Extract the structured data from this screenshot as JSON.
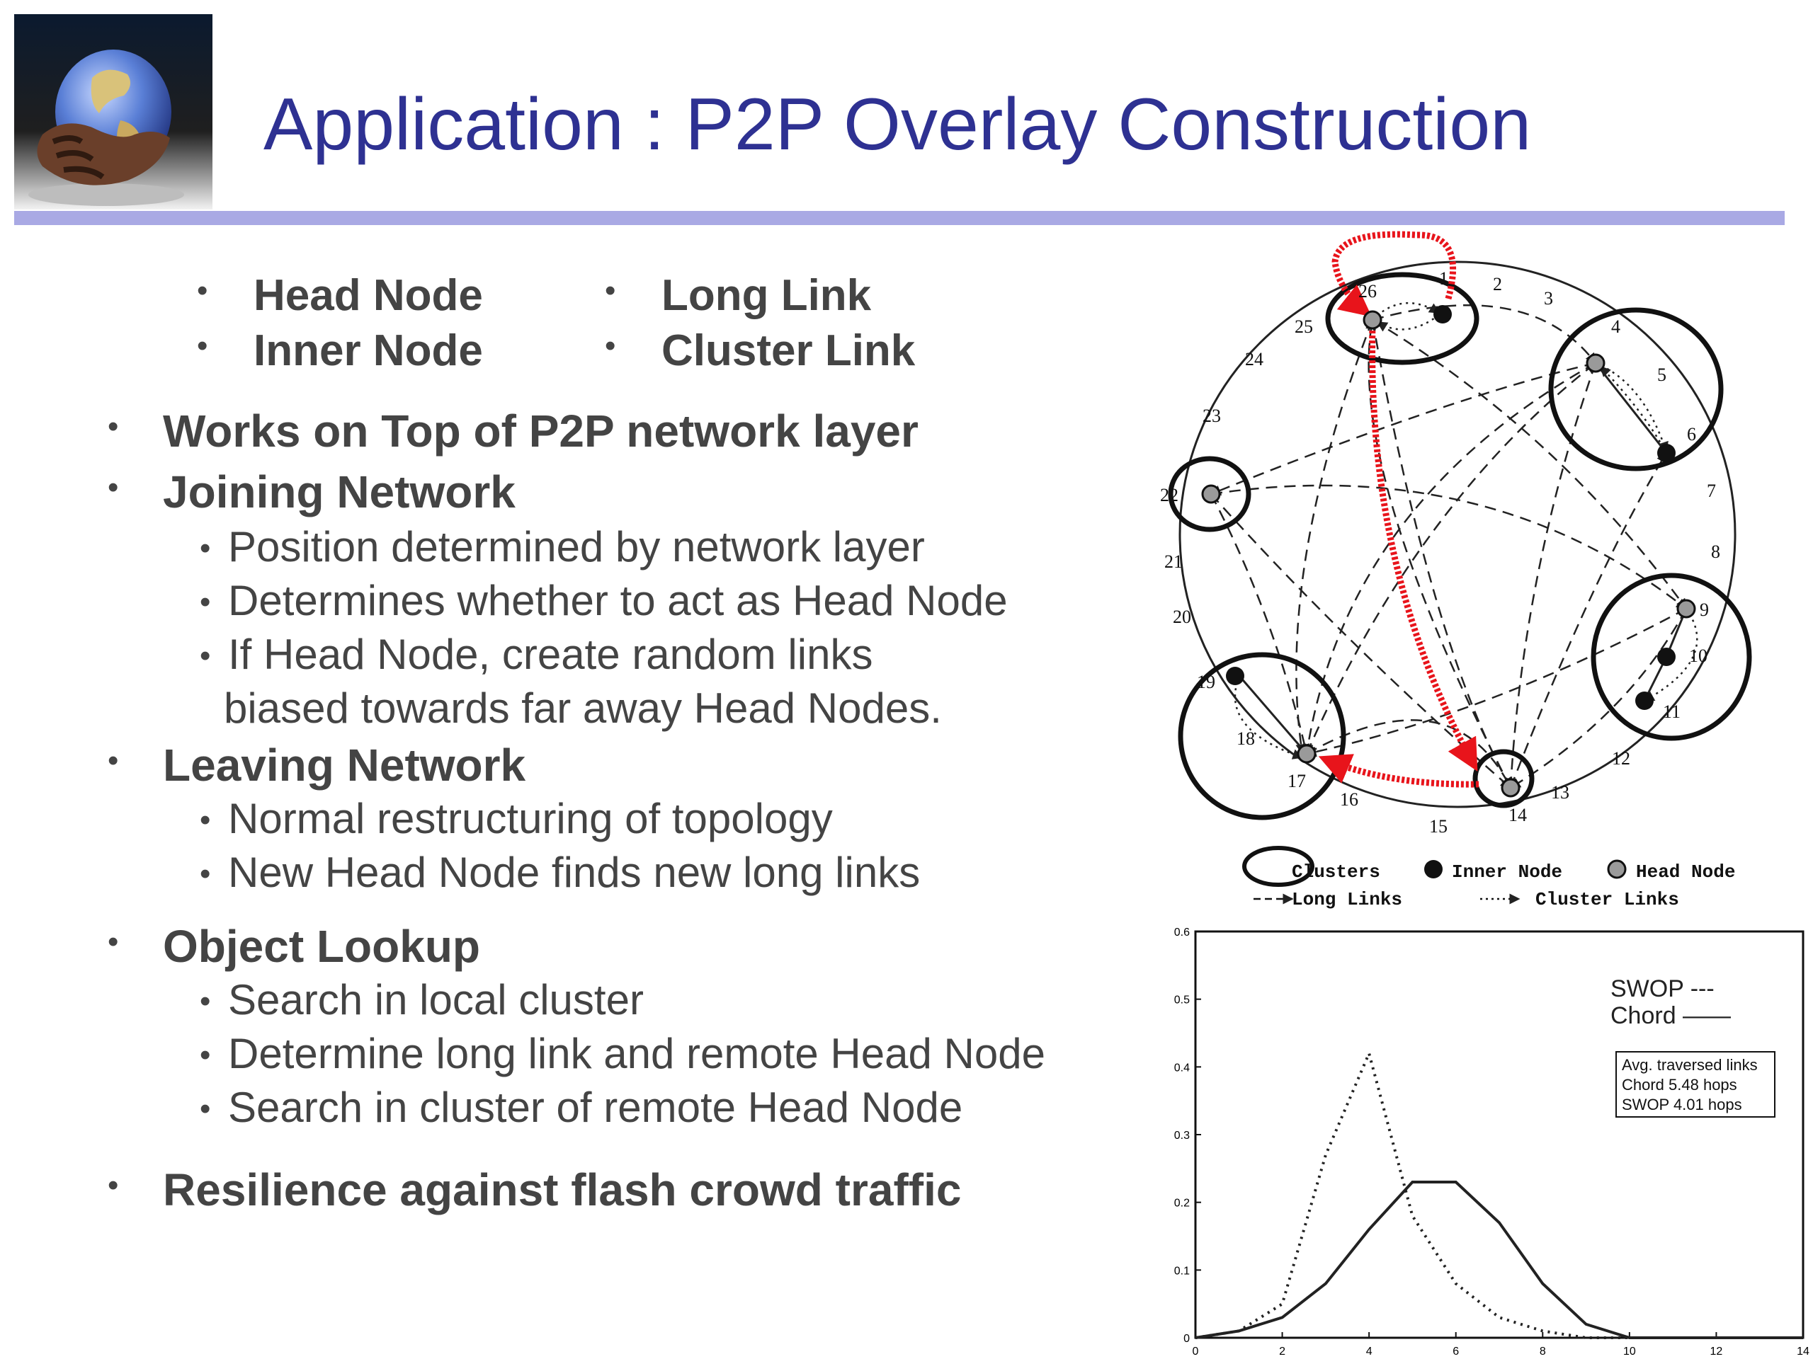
{
  "slide": {
    "title": "Application : P2P Overlay Construction",
    "keywords": [
      "Head Node",
      "Inner Node",
      "Long Link",
      "Cluster Link"
    ],
    "bullets": {
      "works_on_top": "Works on Top of P2P network layer",
      "joining": "Joining Network",
      "joining_sub": [
        "Position determined by network layer",
        "Determines whether to act as Head Node",
        "If Head Node, create random links"
      ],
      "joining_cont": "biased towards far away Head Nodes.",
      "leaving": "Leaving Network",
      "leaving_sub": [
        "Normal restructuring of topology",
        "New Head Node finds new long links"
      ],
      "lookup": "Object Lookup",
      "lookup_sub": [
        "Search in local cluster",
        "Determine long link and remote Head Node",
        "Search in cluster of remote Head Node"
      ],
      "resilience": "Resilience against flash crowd traffic"
    }
  },
  "diagram": {
    "node_labels": [
      "1",
      "2",
      "3",
      "4",
      "5",
      "6",
      "7",
      "8",
      "9",
      "10",
      "11",
      "12",
      "13",
      "14",
      "15",
      "16",
      "17",
      "18",
      "19",
      "20",
      "21",
      "22",
      "23",
      "24",
      "25",
      "26"
    ],
    "legend": {
      "clusters": "Clusters",
      "inner_node": "Inner Node",
      "head_node": "Head Node",
      "long_links": "Long Links",
      "cluster_links": "Cluster Links"
    },
    "highlight_color": "#e8141b"
  },
  "chart_data": {
    "type": "line",
    "x": [
      0,
      1,
      2,
      3,
      4,
      5,
      6,
      7,
      8,
      9,
      10,
      11,
      12,
      13,
      14
    ],
    "xlim": [
      0,
      14
    ],
    "ylim": [
      0,
      0.6
    ],
    "xticks": [
      "0",
      "2",
      "4",
      "6",
      "8",
      "10",
      "12",
      "14"
    ],
    "yticks": [
      "0",
      "0.1",
      "0.2",
      "0.3",
      "0.4",
      "0.5",
      "0.6"
    ],
    "series": [
      {
        "name": "SWOP",
        "style": "dotted",
        "values": [
          0,
          0.01,
          0.05,
          0.27,
          0.42,
          0.18,
          0.08,
          0.03,
          0.01,
          0,
          0,
          0,
          0,
          0,
          0
        ]
      },
      {
        "name": "Chord",
        "style": "solid",
        "values": [
          0,
          0.01,
          0.03,
          0.08,
          0.16,
          0.23,
          0.23,
          0.17,
          0.08,
          0.02,
          0,
          0,
          0,
          0,
          0
        ]
      }
    ],
    "legend_labels": {
      "swop": "SWOP ---",
      "chord": "Chord ——"
    },
    "annotation": [
      "Avg. traversed links",
      "Chord 5.48 hops",
      "SWOP 4.01 hops"
    ]
  }
}
